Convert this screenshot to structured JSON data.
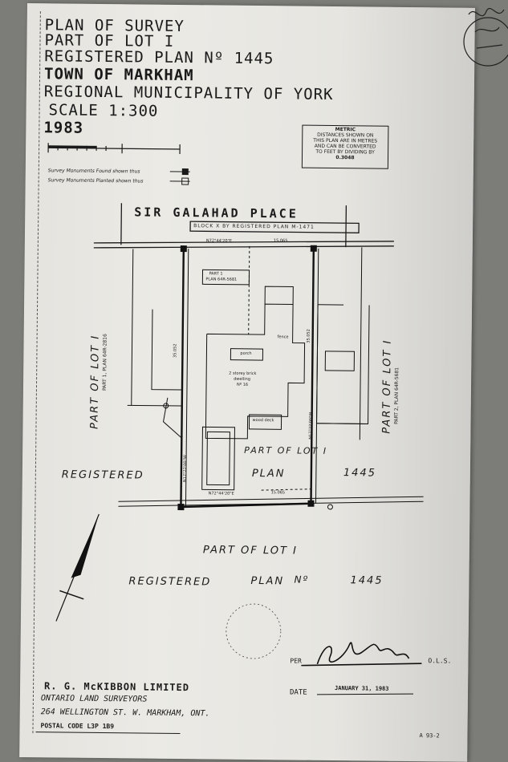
{
  "title_block": {
    "line1": "PLAN OF SURVEY",
    "line2": "PART OF LOT I",
    "line3": "REGISTERED PLAN Nº 1445",
    "line4": "TOWN OF MARKHAM",
    "line5": "REGIONAL MUNICIPALITY OF YORK",
    "line6": "SCALE 1:300",
    "line7": "1983"
  },
  "metric_note": {
    "heading": "METRIC",
    "l1": "DISTANCES SHOWN ON",
    "l2": "THIS PLAN ARE IN METRES",
    "l3": "AND CAN BE CONVERTED",
    "l4": "TO FEET BY DIVIDING BY",
    "l5": "0.3048"
  },
  "legend": {
    "found": "Survey Monuments Found shown thus",
    "planted": "Survey Monuments Planted shown thus"
  },
  "street": {
    "name": "SIR GALAHAD PLACE",
    "block": "BLOCK X BY REGISTERED PLAN M-1471",
    "bearing_top": "N72°44'20\"E",
    "dist_top": "15.065",
    "bearing_bottom": "N72°44'20\"E",
    "dist_bottom": "15.065",
    "bearing_left": "N17°22'00\"W",
    "bearing_right": "N17°22'00\"W",
    "dist_left": "35.052",
    "dist_right": "35.052"
  },
  "parcels": {
    "part1": "PART 1",
    "part1_plan": "PLAN 64R-5681",
    "left_part": "PART OF LOT I",
    "left_plan": "PART 1, PLAN 64R-2816",
    "right_part": "PART OF LOT I",
    "right_plan": "PART 2, PLAN 64R-5681",
    "mid_part": "PART OF LOT I",
    "mid_plan": "PLAN",
    "mid_num": "1445",
    "registered_left": "REGISTERED",
    "bottom_part": "PART OF LOT I",
    "bottom_reg": "REGISTERED",
    "bottom_plan": "PLAN",
    "bottom_no": "Nº",
    "bottom_num": "1445"
  },
  "building": {
    "desc1": "2 storey brick",
    "desc2": "dwelling",
    "desc3": "Nº 16",
    "porch": "porch",
    "deck": "wood deck",
    "fence": "fence"
  },
  "signature": {
    "per": "PER",
    "ols": "O.L.S.",
    "date_label": "DATE",
    "date_value": "JANUARY 31, 1983"
  },
  "firm": {
    "name": "R. G. McKIBBON LIMITED",
    "line2": "ONTARIO LAND SURVEYORS",
    "line3": "264 WELLINGTON ST. W. MARKHAM, ONT.",
    "line4": "POSTAL CODE L3P 1B9"
  },
  "drawing_no": "A 93-2"
}
